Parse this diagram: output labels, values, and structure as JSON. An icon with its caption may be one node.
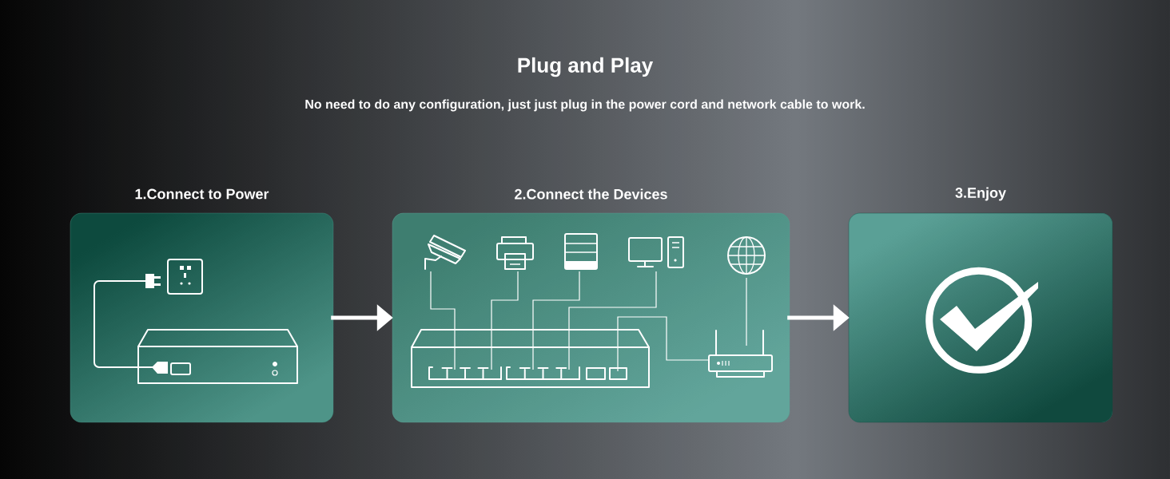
{
  "diagram": {
    "title": "Plug and Play",
    "nodes": [
      {
        "text": [
          "1.Connect to Power"
        ]
      },
      {
        "text": [
          "2.Connect the Devices"
        ]
      },
      {
        "text": [
          "3.Enjoy"
        ]
      }
    ],
    "edges": [
      {
        "from": 0,
        "to": 1,
        "arrow": "to"
      },
      {
        "from": 1,
        "to": 2,
        "arrow": "to"
      }
    ],
    "labels": [
      "No need to do any configuration, just just plug in the power cord and network cable to work."
    ]
  }
}
